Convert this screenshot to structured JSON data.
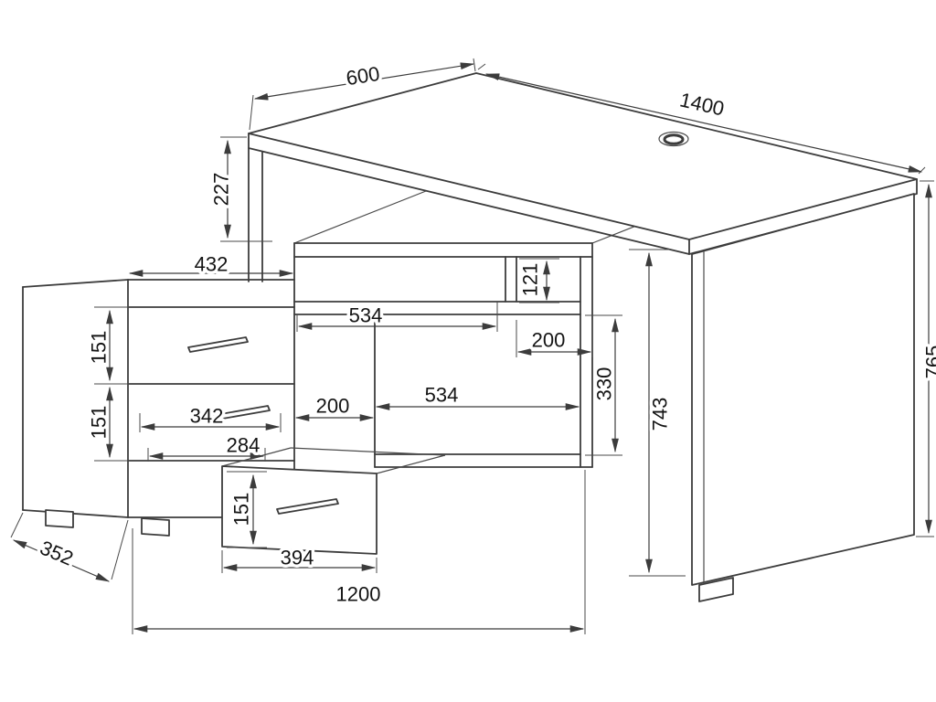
{
  "page": {
    "background": "#ffffff",
    "line_color": "#3c3c3c"
  },
  "drawing": {
    "type": "furniture-technical-drawing",
    "subject": "corner desk with drawer pedestal and open shelves",
    "dimensions_mm": {
      "desktop_depth": "600",
      "desktop_width": "1400",
      "under_desktop_clearance": "227",
      "cabinet_width": "432",
      "upper_shelf_opening_width": "534",
      "upper_niche_height": "121",
      "upper_niche_width": "200",
      "drawer1_front_height": "151",
      "drawer2_front_height": "151",
      "drawer_inner_width": "342",
      "drawer_inner_depth": "284",
      "lower_left_opening_width": "200",
      "lower_shelf_opening_width": "534",
      "lower_opening_height": "330",
      "under_desktop_height": "743",
      "overall_height": "765",
      "open_drawer_front_height": "151",
      "open_drawer_width": "394",
      "cabinet_depth": "352",
      "base_width": "1200"
    }
  }
}
